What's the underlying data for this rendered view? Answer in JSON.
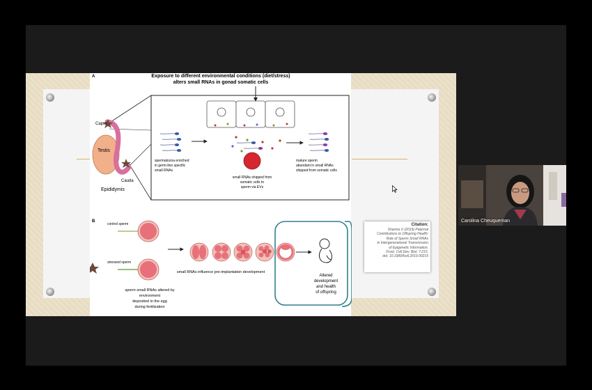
{
  "figure": {
    "panel_a_label": "A",
    "panel_b_label": "B",
    "title_line1": "Exposure to different environmental conditions (diet/stress)",
    "title_line2": "alters small RNAs in gonad somatic cells",
    "caput": "Caput",
    "testis": "Testis",
    "cauda": "Cauda",
    "epididymis": "Epididymis",
    "spermatozoa_line1": "spermatozoa enriched",
    "spermatozoa_line2": "in germ-line specific",
    "spermatozoa_line3": "small RNAs",
    "shipped_line1": "small RNAs shipped from",
    "shipped_line2": "somatic cells to",
    "shipped_line3": "sperm via EVs",
    "mature_line1": "mature sperm",
    "mature_line2": "abundant in small RNAs",
    "mature_line3": "shipped from somatic cells",
    "control_sperm": "control sperm",
    "stressed_sperm": "stressed sperm",
    "influence": "small RNAs influence pre-implantation development",
    "altered_line1": "sperm small RNAs altered by",
    "altered_line2": "environment",
    "altered_line3": "deposited in the egg",
    "altered_line4": "during fertilization",
    "offspring_line1": "Altered",
    "offspring_line2": "development",
    "offspring_line3": "and health",
    "offspring_line4": "of offspring"
  },
  "citation": {
    "title": "Citation:",
    "lines": [
      "Sharma U (2019) Paternal",
      "Contributions to Offspring Health:",
      "Role of Sperm Small RNAs",
      "in Intergenerational Transmission",
      "of Epigenetic Information.",
      "Front. Cell Dev. Biol. 7:215.",
      "doi: 10.3389/fcell.2019.00215"
    ]
  },
  "participant": {
    "name": "Carolina Cheuqueman"
  },
  "colors": {
    "accent_teal": "#2f7f8a",
    "egg_pink": "#e8707a",
    "egg_red": "#d6262e",
    "testis": "#f2b08a",
    "epididymis": "#d96f9c"
  }
}
